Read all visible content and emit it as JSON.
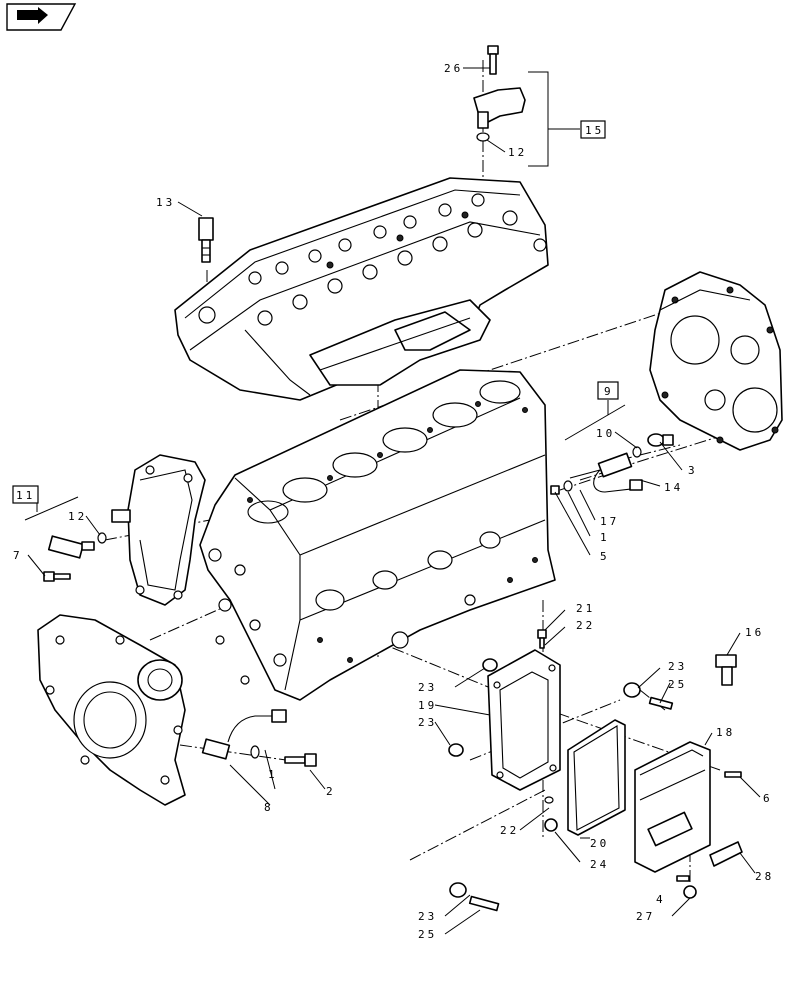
{
  "nav_icon": "arrow-right-icon",
  "callouts": {
    "c1a": "1",
    "c1b": "1",
    "c2": "2",
    "c3": "3",
    "c4": "4",
    "c5": "5",
    "c6": "6",
    "c7": "7",
    "c8": "8",
    "c9": "9",
    "c10": "10",
    "c11": "11",
    "c12a": "12",
    "c12b": "12",
    "c13": "13",
    "c14": "14",
    "c15": "15",
    "c16": "16",
    "c17": "17",
    "c18": "18",
    "c19": "19",
    "c20": "20",
    "c21": "21",
    "c22a": "22",
    "c22b": "22",
    "c23a": "23",
    "c23b": "23",
    "c23c": "23",
    "c23d": "23",
    "c24": "24",
    "c25a": "25",
    "c25b": "25",
    "c26": "26",
    "c27": "27",
    "c28": "28"
  }
}
